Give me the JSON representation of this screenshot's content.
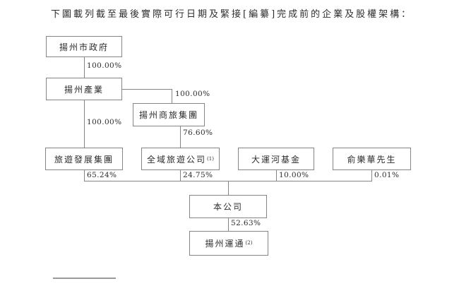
{
  "page": {
    "title": "下圖載列截至最後實際可行日期及緊接[編纂]完成前的企業及股權架構：",
    "background_color": "#ffffff",
    "line_color": "#848484",
    "text_color": "#2d2d2d"
  },
  "chart": {
    "type": "org-structure-diagram",
    "nodes": [
      {
        "id": "gov",
        "label": "揚州市政府"
      },
      {
        "id": "industry",
        "label": "揚州產業"
      },
      {
        "id": "shanglv",
        "label": "揚州商旅集團"
      },
      {
        "id": "lvyou",
        "label": "旅遊發展集團"
      },
      {
        "id": "quanyu",
        "label": "全域旅遊公司",
        "sup": "(1)"
      },
      {
        "id": "canal",
        "label": "大運河基金"
      },
      {
        "id": "yu",
        "label": "俞樂華先生"
      },
      {
        "id": "company",
        "label": "本公司"
      },
      {
        "id": "yuntong",
        "label": "揚州運通",
        "sup": "(2)"
      }
    ],
    "edges": [
      {
        "from": "gov",
        "to": "industry",
        "pct": "100.00%"
      },
      {
        "from": "industry",
        "to": "shanglv",
        "pct": "100.00%"
      },
      {
        "from": "industry",
        "to": "lvyou",
        "pct": "100.00%"
      },
      {
        "from": "shanglv",
        "to": "quanyu",
        "pct": "76.60%"
      },
      {
        "from": "lvyou",
        "to": "company",
        "pct": "65.24%"
      },
      {
        "from": "quanyu",
        "to": "company",
        "pct": "24.75%"
      },
      {
        "from": "canal",
        "to": "company",
        "pct": "10.00%"
      },
      {
        "from": "yu",
        "to": "company",
        "pct": "0.01%"
      },
      {
        "from": "company",
        "to": "yuntong",
        "pct": "52.63%"
      }
    ]
  }
}
